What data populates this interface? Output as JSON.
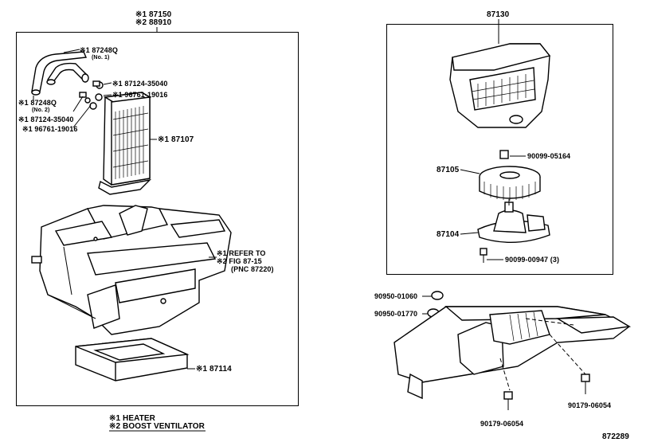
{
  "left_group": {
    "header_line1": "※1 87150",
    "header_line2": "※2 88910",
    "parts": {
      "hose1": "※1 87248Q",
      "hose1_sub": "(No. 1)",
      "hose2": "※1 87248Q",
      "hose2_sub": "(No. 2)",
      "clamp_a": "※1 87124-35040",
      "oring_a": "※1 96761-19016",
      "clamp_b": "※1 87124-35040",
      "oring_b": "※1 96761-19016",
      "core": "※1 87107",
      "refer_1": "※1 REFER TO",
      "refer_2": "※2 FIG 87-15",
      "refer_3": "(PNC 87220)",
      "cover": "※1 87114"
    }
  },
  "right_group": {
    "header": "87130",
    "parts": {
      "nut": "90099-05164",
      "fan": "87105",
      "motor": "87104",
      "screw": "90099-00947 (3)"
    }
  },
  "dash_group": {
    "clip_1": "90950-01060",
    "clip_2": "90950-01770",
    "bolt_1": "90179-06054",
    "bolt_2": "90179-06054"
  },
  "legend": {
    "item1": "※1 HEATER",
    "item2": "※2 BOOST VENTILATOR"
  },
  "figure_number": "872289"
}
